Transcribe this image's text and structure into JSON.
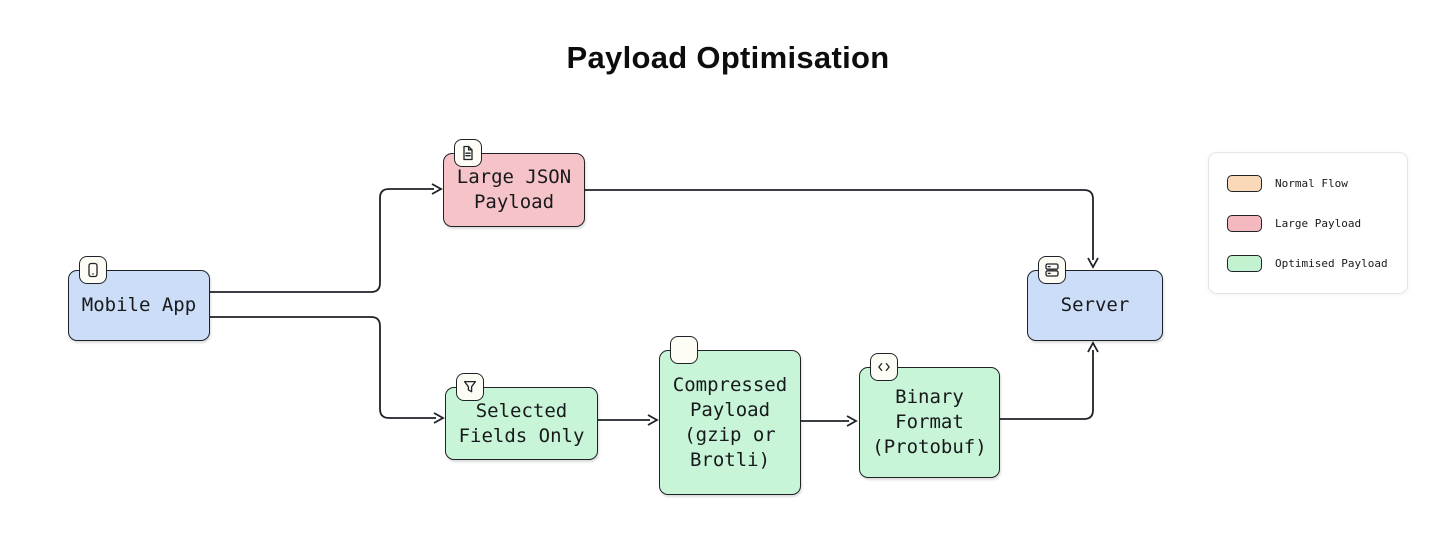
{
  "title": "Payload Optimisation",
  "nodes": {
    "mobile_app": {
      "label": "Mobile App",
      "icon": "mobile-icon",
      "category": "normal",
      "fill": "#ccddf8"
    },
    "large_json": {
      "label": "Large JSON\nPayload",
      "icon": "document-icon",
      "category": "large",
      "fill": "#f6c4c8"
    },
    "selected_fields": {
      "label": "Selected\nFields Only",
      "icon": "filter-icon",
      "category": "optimised",
      "fill": "#c8f5d7"
    },
    "compressed": {
      "label": "Compressed\nPayload\n(gzip or\nBrotli)",
      "icon": "blank-icon",
      "category": "optimised",
      "fill": "#c8f5d7"
    },
    "binary": {
      "label": "Binary\nFormat\n(Protobuf)",
      "icon": "code-icon",
      "category": "optimised",
      "fill": "#c8f5d7"
    },
    "server": {
      "label": "Server",
      "icon": "server-icon",
      "category": "normal",
      "fill": "#ccddf8"
    }
  },
  "edges": [
    {
      "from": "Mobile App",
      "to": "Large JSON Payload"
    },
    {
      "from": "Mobile App",
      "to": "Selected Fields Only"
    },
    {
      "from": "Selected Fields Only",
      "to": "Compressed Payload (gzip or Brotli)"
    },
    {
      "from": "Compressed Payload (gzip or Brotli)",
      "to": "Binary Format (Protobuf)"
    },
    {
      "from": "Large JSON Payload",
      "to": "Server"
    },
    {
      "from": "Binary Format (Protobuf)",
      "to": "Server"
    }
  ],
  "legend": {
    "items": [
      {
        "label": "Normal Flow",
        "color": "#f9d9b8"
      },
      {
        "label": "Large Payload",
        "color": "#f4b9be"
      },
      {
        "label": "Optimised Payload",
        "color": "#c2f2d0"
      }
    ]
  },
  "colors": {
    "node_blue": "#ccddf8",
    "node_pink": "#f6c4c8",
    "node_green": "#c8f5d7",
    "legend_orange": "#f9d9b8",
    "outline": "#1f2328",
    "badge_bg": "#fdfdf6",
    "background": "#ffffff"
  }
}
